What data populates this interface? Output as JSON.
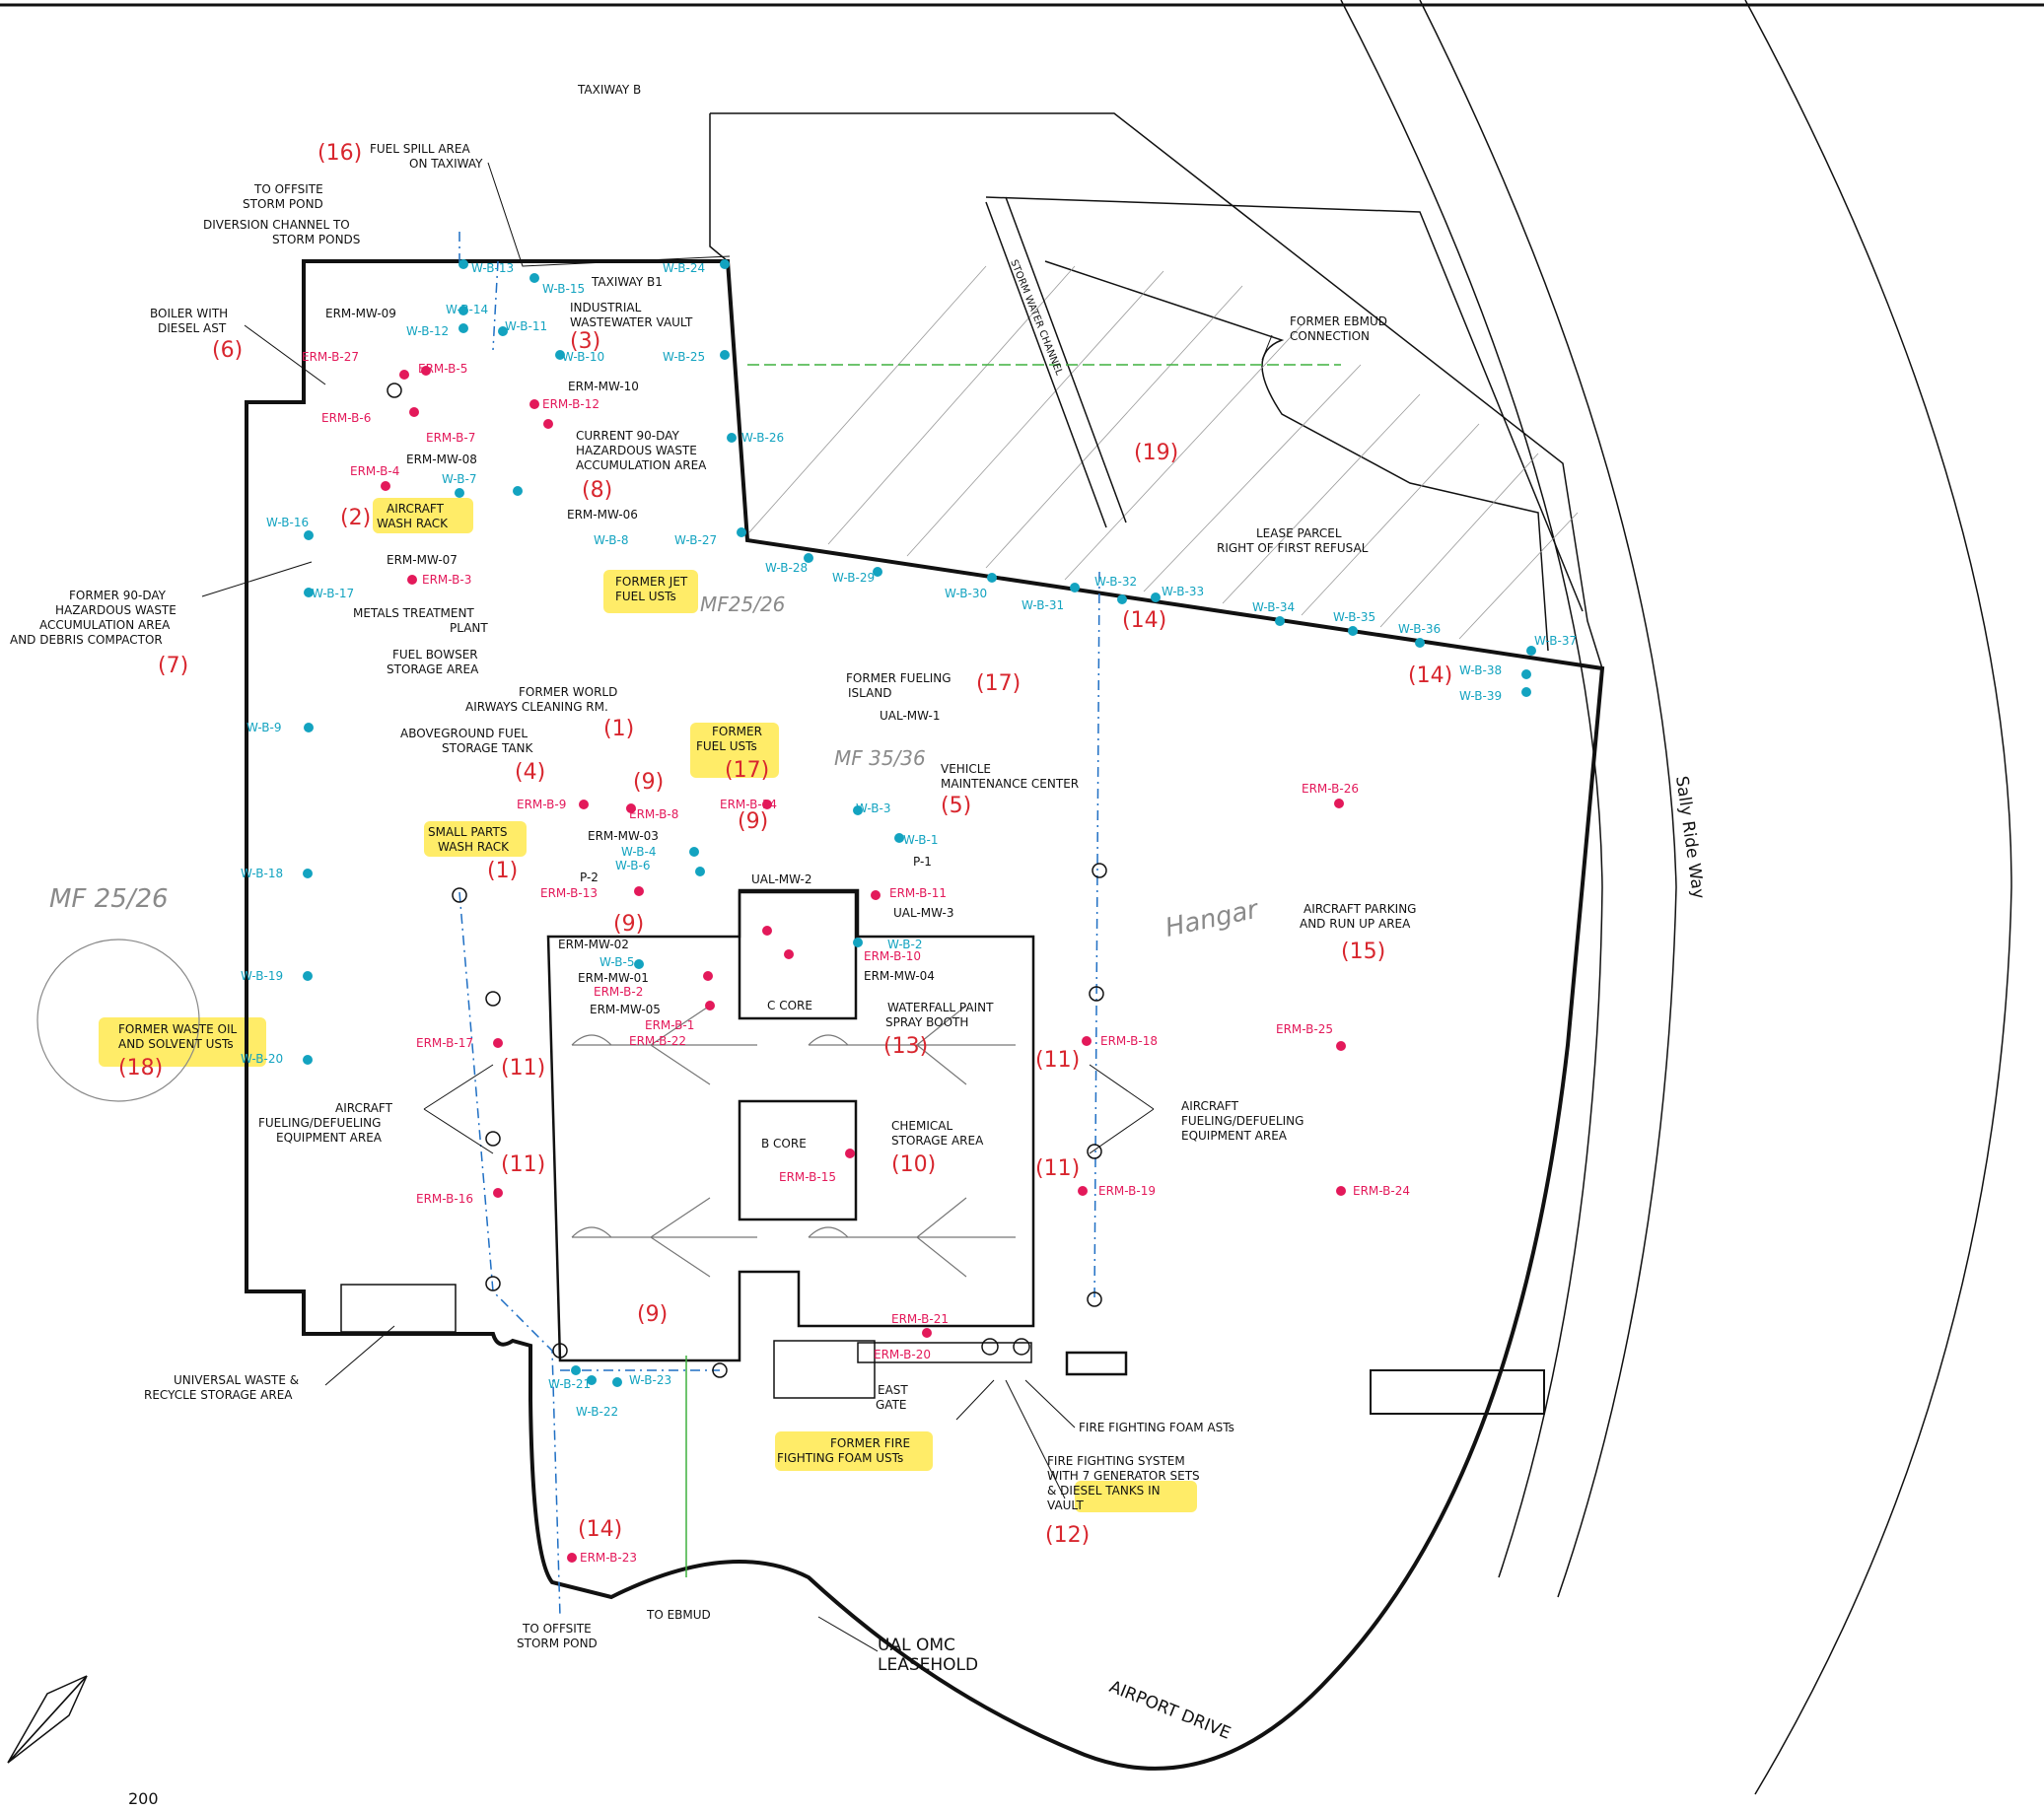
{
  "map": {
    "street_labels": [
      {
        "id": "taxiway-b",
        "text": "TAXIWAY B"
      },
      {
        "id": "taxiway-b1",
        "text": "TAXIWAY B1"
      },
      {
        "id": "sally-ride-way",
        "text": "Sally Ride Way"
      },
      {
        "id": "airport-drive",
        "text": "AIRPORT DRIVE"
      },
      {
        "id": "storm-water-channel",
        "text": "STORM WATER CHANNEL"
      }
    ],
    "area_labels": [
      {
        "id": "fuel-spill",
        "lines": [
          "FUEL SPILL AREA",
          "ON TAXIWAY"
        ]
      },
      {
        "id": "to-offsite-storm-pond-top",
        "lines": [
          "TO OFFSITE",
          "STORM POND"
        ]
      },
      {
        "id": "diversion-channel",
        "lines": [
          "DIVERSION CHANNEL TO",
          "STORM PONDS"
        ]
      },
      {
        "id": "boiler",
        "lines": [
          "BOILER WITH",
          "DIESEL AST"
        ]
      },
      {
        "id": "industrial-vault",
        "lines": [
          "INDUSTRIAL",
          "WASTEWATER VAULT"
        ]
      },
      {
        "id": "current-90-day",
        "lines": [
          "CURRENT 90-DAY",
          "HAZARDOUS WASTE",
          "ACCUMULATION AREA"
        ]
      },
      {
        "id": "aircraft-wash-rack",
        "lines": [
          "AIRCRAFT",
          "WASH RACK"
        ]
      },
      {
        "id": "former-jet-fuel",
        "lines": [
          "FORMER JET",
          "FUEL USTs"
        ]
      },
      {
        "id": "metals-treatment",
        "lines": [
          "METALS TREATMENT",
          "PLANT"
        ]
      },
      {
        "id": "fuel-bowser",
        "lines": [
          "FUEL BOWSER",
          "STORAGE AREA"
        ]
      },
      {
        "id": "former-90-day",
        "lines": [
          "FORMER 90-DAY",
          "HAZARDOUS WASTE",
          "ACCUMULATION AREA",
          "AND DEBRIS COMPACTOR"
        ]
      },
      {
        "id": "former-ebmud",
        "lines": [
          "FORMER EBMUD",
          "CONNECTION"
        ]
      },
      {
        "id": "lease-parcel",
        "lines": [
          "LEASE PARCEL",
          "RIGHT OF FIRST REFUSAL"
        ]
      },
      {
        "id": "former-world-airways",
        "lines": [
          "FORMER WORLD",
          "AIRWAYS CLEANING RM."
        ]
      },
      {
        "id": "former-fueling-island",
        "lines": [
          "FORMER FUELING",
          "ISLAND"
        ]
      },
      {
        "id": "aboveground-fuel",
        "lines": [
          "ABOVEGROUND FUEL",
          "STORAGE TANK"
        ]
      },
      {
        "id": "former-fuel-usts",
        "lines": [
          "FORMER",
          "FUEL USTs"
        ]
      },
      {
        "id": "vehicle-maintenance",
        "lines": [
          "VEHICLE",
          "MAINTENANCE CENTER"
        ]
      },
      {
        "id": "small-parts",
        "lines": [
          "SMALL PARTS",
          "WASH RACK"
        ]
      },
      {
        "id": "c-core",
        "lines": [
          "C CORE"
        ]
      },
      {
        "id": "waterfall-paint",
        "lines": [
          "WATERFALL PAINT",
          "SPRAY BOOTH"
        ]
      },
      {
        "id": "former-waste-oil",
        "lines": [
          "FORMER WASTE OIL",
          "AND SOLVENT USTs"
        ]
      },
      {
        "id": "aircraft-fueling-left",
        "lines": [
          "AIRCRAFT",
          "FUELING/DEFUELING",
          "EQUIPMENT AREA"
        ]
      },
      {
        "id": "b-core",
        "lines": [
          "B CORE"
        ]
      },
      {
        "id": "chemical-storage",
        "lines": [
          "CHEMICAL",
          "STORAGE AREA"
        ]
      },
      {
        "id": "aircraft-fueling-right",
        "lines": [
          "AIRCRAFT",
          "FUELING/DEFUELING",
          "EQUIPMENT AREA"
        ]
      },
      {
        "id": "aircraft-parking",
        "lines": [
          "AIRCRAFT PARKING",
          "AND RUN UP AREA"
        ]
      },
      {
        "id": "universal-waste",
        "lines": [
          "UNIVERSAL WASTE &",
          "RECYCLE STORAGE AREA"
        ]
      },
      {
        "id": "east-gate",
        "lines": [
          "EAST",
          "GATE"
        ]
      },
      {
        "id": "former-fire-foam",
        "lines": [
          "FORMER FIRE",
          "FIGHTING FOAM USTs"
        ]
      },
      {
        "id": "fire-foam-asts",
        "lines": [
          "FIRE FIGHTING FOAM ASTs"
        ]
      },
      {
        "id": "fire-system",
        "lines": [
          "FIRE FIGHTING SYSTEM",
          "WITH 7 GENERATOR SETS",
          "& DIESEL TANKS IN",
          "VAULT"
        ]
      },
      {
        "id": "to-offsite-storm-pond-bottom",
        "lines": [
          "TO OFFSITE",
          "STORM POND"
        ]
      },
      {
        "id": "to-ebmud",
        "lines": [
          "TO EBMUD"
        ]
      },
      {
        "id": "ual-omc",
        "lines": [
          "UAL OMC",
          "LEASEHOLD"
        ]
      }
    ],
    "area_numbers": [
      "(16)",
      "(6)",
      "(3)",
      "(2)",
      "(8)",
      "(7)",
      "(19)",
      "(14)",
      "(14)",
      "(17)",
      "(1)",
      "(4)",
      "(9)",
      "(17)",
      "(9)",
      "(5)",
      "(1)",
      "(9)",
      "(13)",
      "(11)",
      "(11)",
      "(18)",
      "(10)",
      "(11)",
      "(11)",
      "(15)",
      "(9)",
      "(14)",
      "(12)"
    ],
    "well_labels": [
      "W-B-13",
      "W-B-15",
      "W-B-24",
      "W-B-14",
      "W-B-12",
      "W-B-11",
      "W-B-10",
      "W-B-25",
      "W-B-26",
      "W-B-7",
      "W-B-8",
      "W-B-27",
      "W-B-16",
      "W-B-17",
      "W-B-28",
      "W-B-29",
      "W-B-30",
      "W-B-31",
      "W-B-32",
      "W-B-33",
      "W-B-34",
      "W-B-35",
      "W-B-36",
      "W-B-37",
      "W-B-38",
      "W-B-39",
      "W-B-9",
      "W-B-3",
      "W-B-1",
      "W-B-4",
      "W-B-6",
      "W-B-18",
      "W-B-2",
      "W-B-5",
      "W-B-19",
      "W-B-20",
      "W-B-21",
      "W-B-22",
      "W-B-23"
    ],
    "erm_labels": [
      "ERM-MW-09",
      "ERM-B-27",
      "ERM-B-5",
      "ERM-MW-10",
      "ERM-B-6",
      "ERM-B-12",
      "ERM-B-7",
      "ERM-MW-08",
      "ERM-B-4",
      "ERM-MW-06",
      "ERM-MW-07",
      "ERM-B-3",
      "UAL-MW-1",
      "ERM-B-9",
      "ERM-B-8",
      "ERM-B-14",
      "ERM-MW-03",
      "UAL-MW-2",
      "P-1",
      "P-2",
      "ERM-B-13",
      "ERM-B-11",
      "UAL-MW-3",
      "ERM-MW-02",
      "ERM-MW-01",
      "ERM-B-10",
      "ERM-MW-04",
      "ERM-B-2",
      "ERM-MW-05",
      "ERM-B-1",
      "ERM-B-22",
      "ERM-B-17",
      "ERM-B-18",
      "ERM-B-16",
      "ERM-B-15",
      "ERM-B-19",
      "ERM-B-26",
      "ERM-B-25",
      "ERM-B-24",
      "ERM-B-21",
      "ERM-B-20",
      "ERM-B-23"
    ],
    "handwritten": [
      "MF 25/26",
      "MF 35/36",
      "MF25/26",
      "Hangar"
    ],
    "scale_text": "200",
    "colors": {
      "outline": "#111111",
      "well": "#13a3c0",
      "erm": "#e3195a",
      "number": "#d8262e",
      "highlight": "#ffe94d",
      "ebmud_line": "#3fb03f",
      "storm_line": "#1f6fc4"
    }
  }
}
